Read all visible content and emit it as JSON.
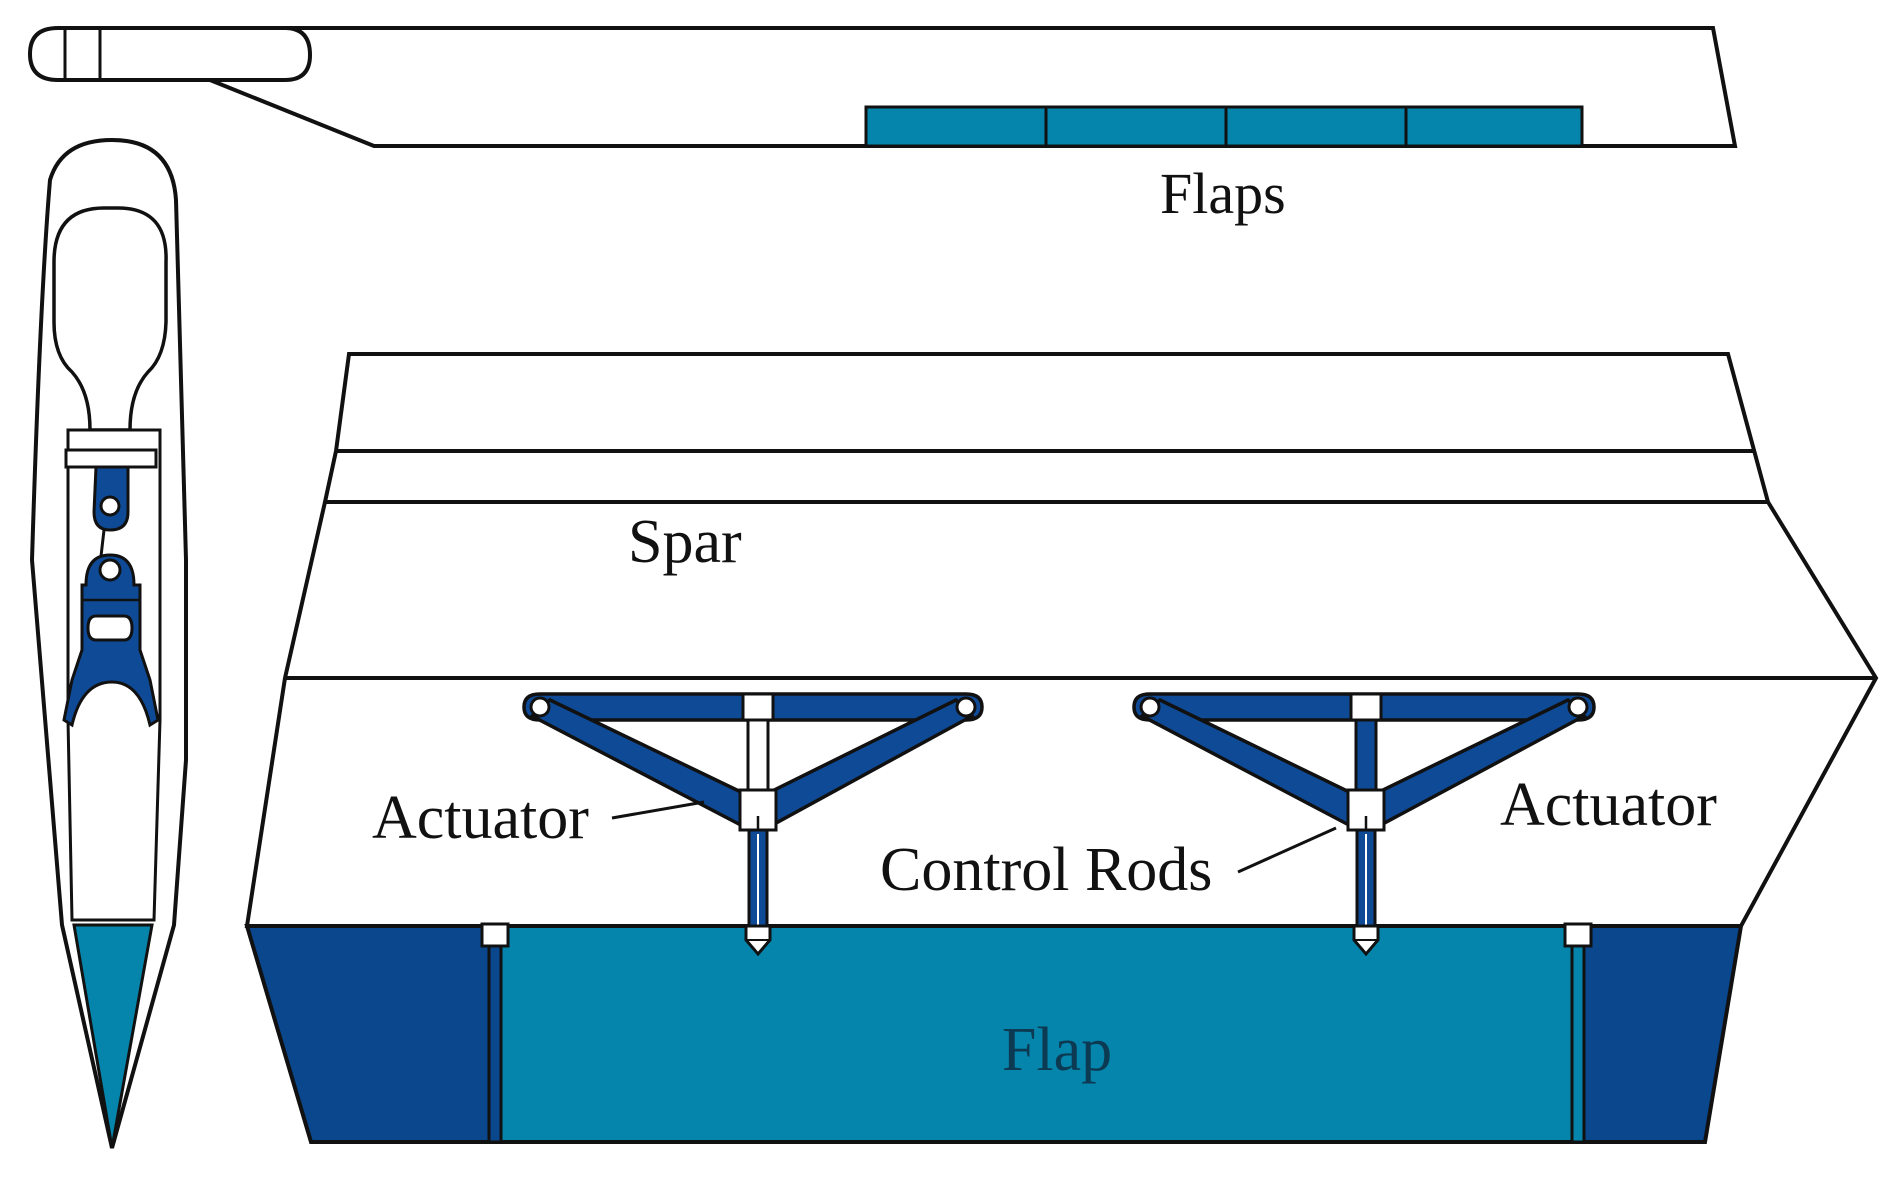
{
  "labels": {
    "flaps": "Flaps",
    "spar": "Spar",
    "actuator_left": "Actuator",
    "actuator_right": "Actuator",
    "control_rods": "Control Rods",
    "flap": "Flap"
  },
  "colors": {
    "outline": "#111111",
    "flap_teal": "#0585ab",
    "actuator_blue": "#0f4a96",
    "end_block_blue": "#0a478d",
    "background": "#ffffff"
  }
}
